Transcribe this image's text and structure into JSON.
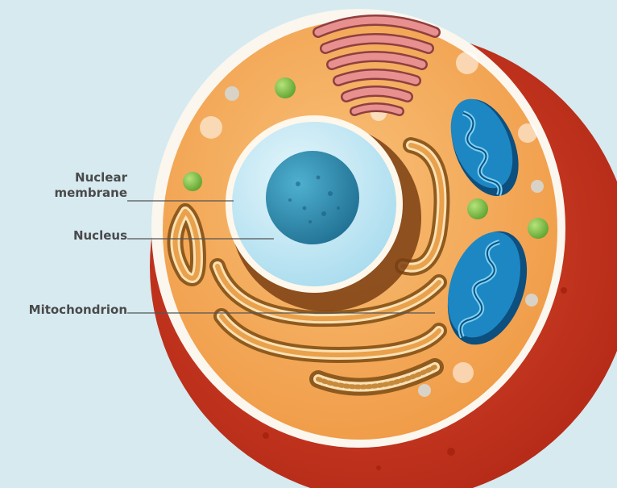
{
  "diagram": {
    "labels": {
      "nuclear_membrane_line1": "Nuclear",
      "nuclear_membrane_line2": "membrane",
      "nucleus": "Nucleus",
      "mitochondrion": "Mitochondrion"
    },
    "colors": {
      "background": "#d6eaf0",
      "cell_outer": "#c8351f",
      "cytoplasm": "#f3a95a",
      "nucleus_membrane": "#bfe6f2",
      "nucleolus": "#2f8fb0",
      "mitochondrion": "#1d87c4",
      "golgi": "#e07a7a",
      "er": "#e9a14b",
      "vesicle_green": "#7dc146",
      "label_text": "#4a4a4a"
    }
  }
}
